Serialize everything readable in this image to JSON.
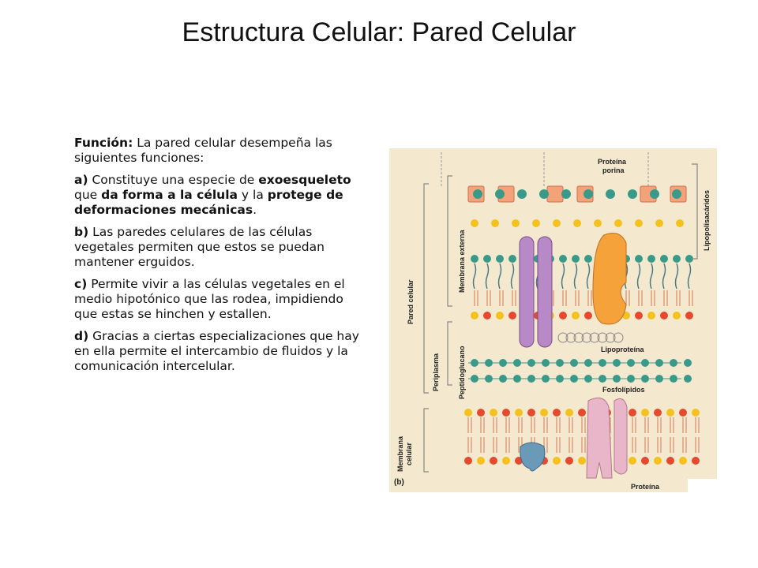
{
  "title": "Estructura Celular: Pared Celular",
  "paragraphs": [
    [
      {
        "text": "Función:",
        "b": true
      },
      {
        "text": " La pared celular desempeña las siguientes funciones:",
        "b": false
      }
    ],
    [
      {
        "text": "a)",
        "b": true
      },
      {
        "text": " Constituye una especie de ",
        "b": false
      },
      {
        "text": "exoesqueleto",
        "b": true
      },
      {
        "text": " que ",
        "b": false
      },
      {
        "text": "da forma a la célula",
        "b": true
      },
      {
        "text": " y la ",
        "b": false
      },
      {
        "text": "protege de deformaciones mecánicas",
        "b": true
      },
      {
        "text": ".",
        "b": false
      }
    ],
    [
      {
        "text": "b)",
        "b": true
      },
      {
        "text": " Las paredes celulares de las células vegetales permiten que estos se puedan mantener erguidos.",
        "b": false
      }
    ],
    [
      {
        "text": "c)",
        "b": true
      },
      {
        "text": " Permite vivir a las células vegetales en el medio hipotónico que las rodea, impidiendo que estas se hinchen  y estallen.",
        "b": false
      }
    ],
    [
      {
        "text": "d)",
        "b": true
      },
      {
        "text": " Gracias a ciertas especializaciones que hay en ella permite el intercambio de fluidos y la comunicación intercelular.",
        "b": false
      }
    ]
  ],
  "figure": {
    "labels": {
      "proteina_porina": [
        "Proteína",
        "porina"
      ],
      "lipopolisacaridos": "Lipopolisacáridos",
      "membrana_externa": "Membrana externa",
      "pared_celular": "Pared celular",
      "lipoproteina": "Lipoproteína",
      "periplasma": "Periplasma",
      "peptidoglucano": "Peptidoglucano",
      "fosfolipidos": "Fosfolípidos",
      "membrana_celular": [
        "Membrana",
        "celular"
      ],
      "proteina": "Proteína",
      "panel": "(b)"
    }
  }
}
